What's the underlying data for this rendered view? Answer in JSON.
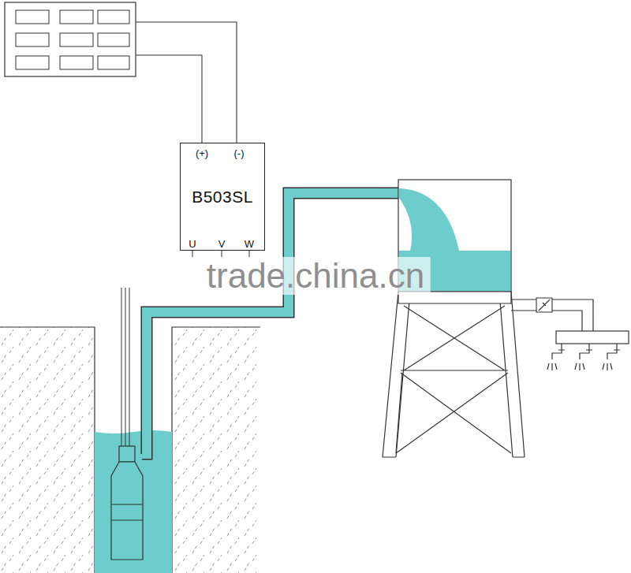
{
  "diagram": {
    "nodes": [
      {
        "text": [
          "B503SL"
        ]
      }
    ],
    "labels": [
      "(+)",
      "(-)",
      "U",
      "V",
      "W",
      "trade.china.cn"
    ]
  }
}
